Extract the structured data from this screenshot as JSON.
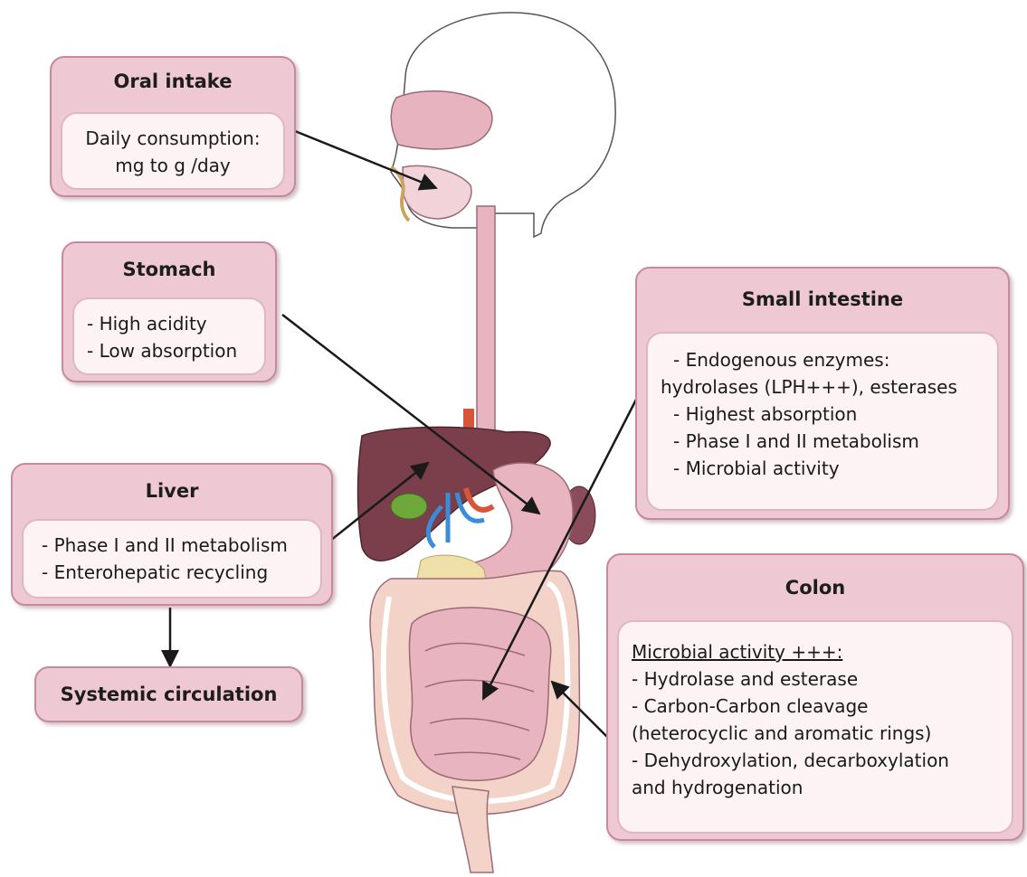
{
  "oral": {
    "title": "Oral intake",
    "lines": [
      "Daily consumption:",
      "mg to g /day"
    ]
  },
  "stomach": {
    "title": "Stomach",
    "lines": [
      "- High acidity",
      "- Low absorption"
    ]
  },
  "liver": {
    "title": "Liver",
    "lines": [
      "- Phase I and II metabolism",
      "- Enterohepatic recycling"
    ]
  },
  "systemic": {
    "title": "Systemic circulation"
  },
  "small_intestine": {
    "title": "Small intestine",
    "lines": [
      "- Endogenous enzymes:",
      "hydrolases (LPH+++), esterases",
      "- Highest absorption",
      "- Phase I and II metabolism",
      "- Microbial activity"
    ]
  },
  "colon": {
    "title": "Colon",
    "lines": [
      "Microbial activity +++:",
      "- Hydrolase and esterase",
      "- Carbon-Carbon cleavage",
      "(heterocyclic and aromatic rings)",
      "- Dehydroxylation, decarboxylation",
      "and hydrogenation"
    ]
  },
  "colors": {
    "box_fill": "#eec8d3",
    "box_border": "#c68a9c",
    "inner_fill": "#fdf3f5",
    "organ_pink": "#e8b4bf",
    "liver": "#7a3f4b",
    "arrow": "#1a1a1a"
  }
}
